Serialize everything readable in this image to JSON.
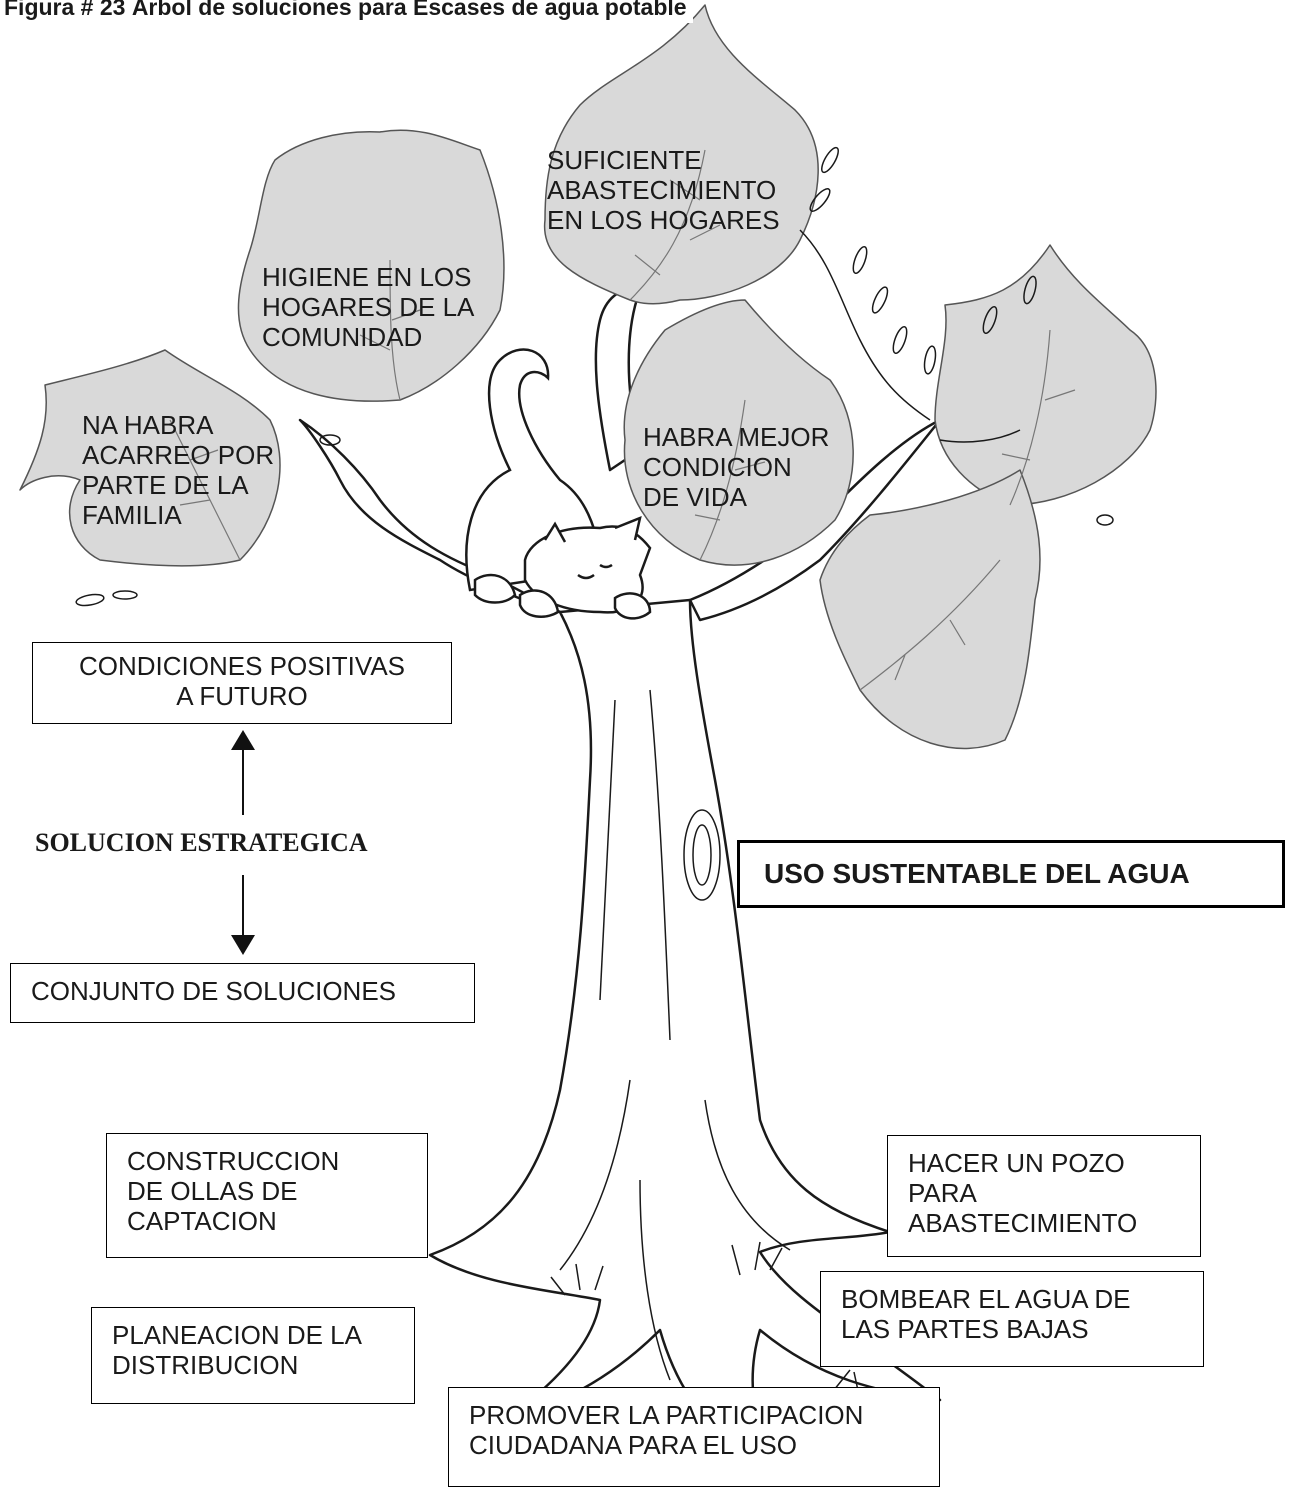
{
  "title": "Figura # 23 Árbol de soluciones para  Escases de agua potable",
  "leaves": {
    "top": [
      "SUFICIENTE",
      "ABASTECIMIENTO",
      "EN LOS HOGARES"
    ],
    "upper_left": [
      "HIGIENE EN LOS",
      "HOGARES DE LA",
      "COMUNIDAD"
    ],
    "left": [
      "NA HABRA",
      "ACARREO POR",
      "PARTE DE LA",
      "FAMILIA"
    ],
    "middle": [
      "HABRA MEJOR",
      "CONDICION",
      "DE VIDA"
    ]
  },
  "left_panel": {
    "positive_conditions": [
      "CONDICIONES POSITIVAS",
      "A FUTURO"
    ],
    "strategic_solution": "SOLUCION ESTRATEGICA",
    "solution_set": "CONJUNTO DE SOLUCIONES"
  },
  "trunk_label": "USO SUSTENTABLE DEL AGUA",
  "roots": {
    "collection_ponds": [
      "CONSTRUCCION",
      "DE OLLAS DE",
      "CAPTACION"
    ],
    "well": [
      "HACER UN POZO",
      "PARA",
      "ABASTECIMIENTO"
    ],
    "pump": [
      "BOMBEAR EL AGUA DE",
      "LAS PARTES BAJAS"
    ],
    "distribution": [
      "PLANEACION DE LA",
      "DISTRIBUCION"
    ],
    "participation": [
      "PROMOVER LA PARTICIPACION",
      "CIUDADANA PARA EL USO"
    ]
  },
  "colors": {
    "leaf_fill": "#d9d9d9",
    "line": "#1a1a1a"
  }
}
